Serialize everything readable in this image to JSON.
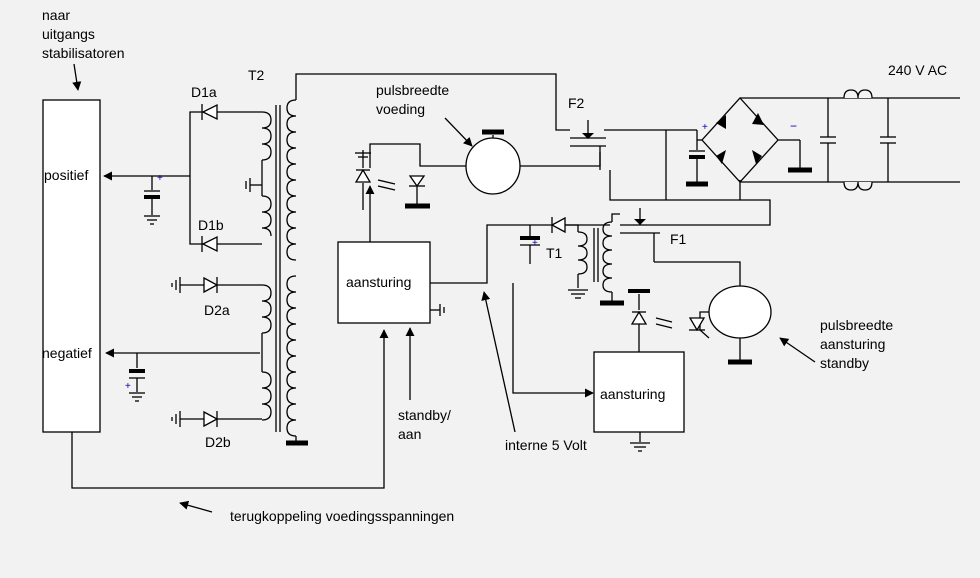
{
  "labels": {
    "naar": "naar",
    "uitgangs": "uitgangs",
    "stabilisatoren": "stabilisatoren",
    "positief": "positief",
    "negatief": "negatief",
    "d1a": "D1a",
    "d1b": "D1b",
    "d2a": "D2a",
    "d2b": "D2b",
    "t2": "T2",
    "t1": "T1",
    "f1": "F1",
    "f2": "F2",
    "aansturing_main": "aansturing",
    "aansturing_standby": "aansturing",
    "pulsbreedte1": "pulsbreedte",
    "voeding": "voeding",
    "pulsbreedte2": "pulsbreedte",
    "aansturing_label": "aansturing",
    "standby": "standby",
    "standby_aan1": "standby/",
    "standby_aan2": "aan",
    "interne": "interne 5 Volt",
    "terugkoppeling": "terugkoppeling voedingsspanningen",
    "ac": "240 V AC",
    "plus": "+",
    "minus": "−"
  }
}
